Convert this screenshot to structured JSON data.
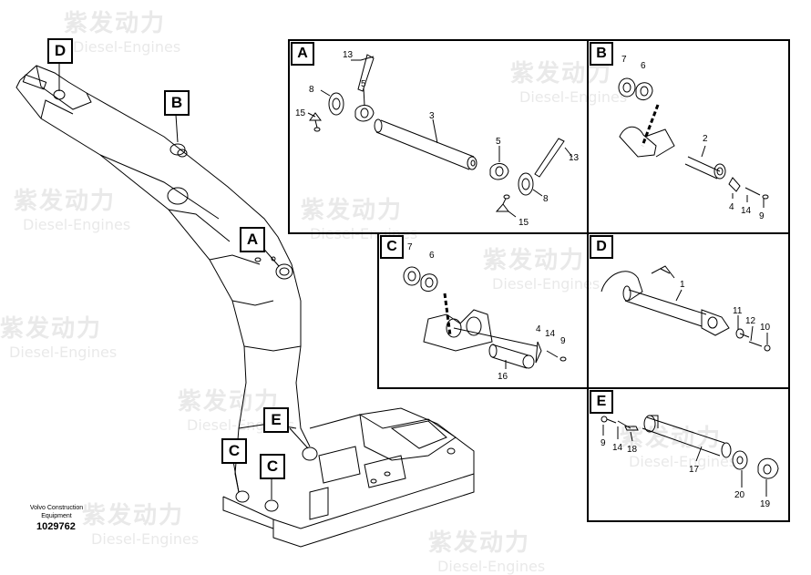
{
  "watermark": {
    "cn": "紫发动力",
    "en": "Diesel-Engines"
  },
  "callouts": {
    "D": "D",
    "B": "B",
    "A": "A",
    "E": "E",
    "C1": "C",
    "C2": "C"
  },
  "panels": {
    "A": {
      "label": "A",
      "parts": [
        "13",
        "8",
        "5",
        "15",
        "3",
        "5",
        "13",
        "8",
        "15"
      ]
    },
    "B": {
      "label": "B",
      "parts": [
        "7",
        "6",
        "2",
        "4",
        "14",
        "9"
      ]
    },
    "C": {
      "label": "C",
      "parts": [
        "7",
        "6",
        "4",
        "14",
        "9",
        "16"
      ]
    },
    "D": {
      "label": "D",
      "parts": [
        "1",
        "11",
        "12",
        "10"
      ]
    },
    "E": {
      "label": "E",
      "parts": [
        "9",
        "14",
        "18",
        "17",
        "20",
        "19"
      ]
    }
  },
  "caption": {
    "line1": "Volvo Construction",
    "line2": "Equipment"
  },
  "doc_number": "1029762"
}
